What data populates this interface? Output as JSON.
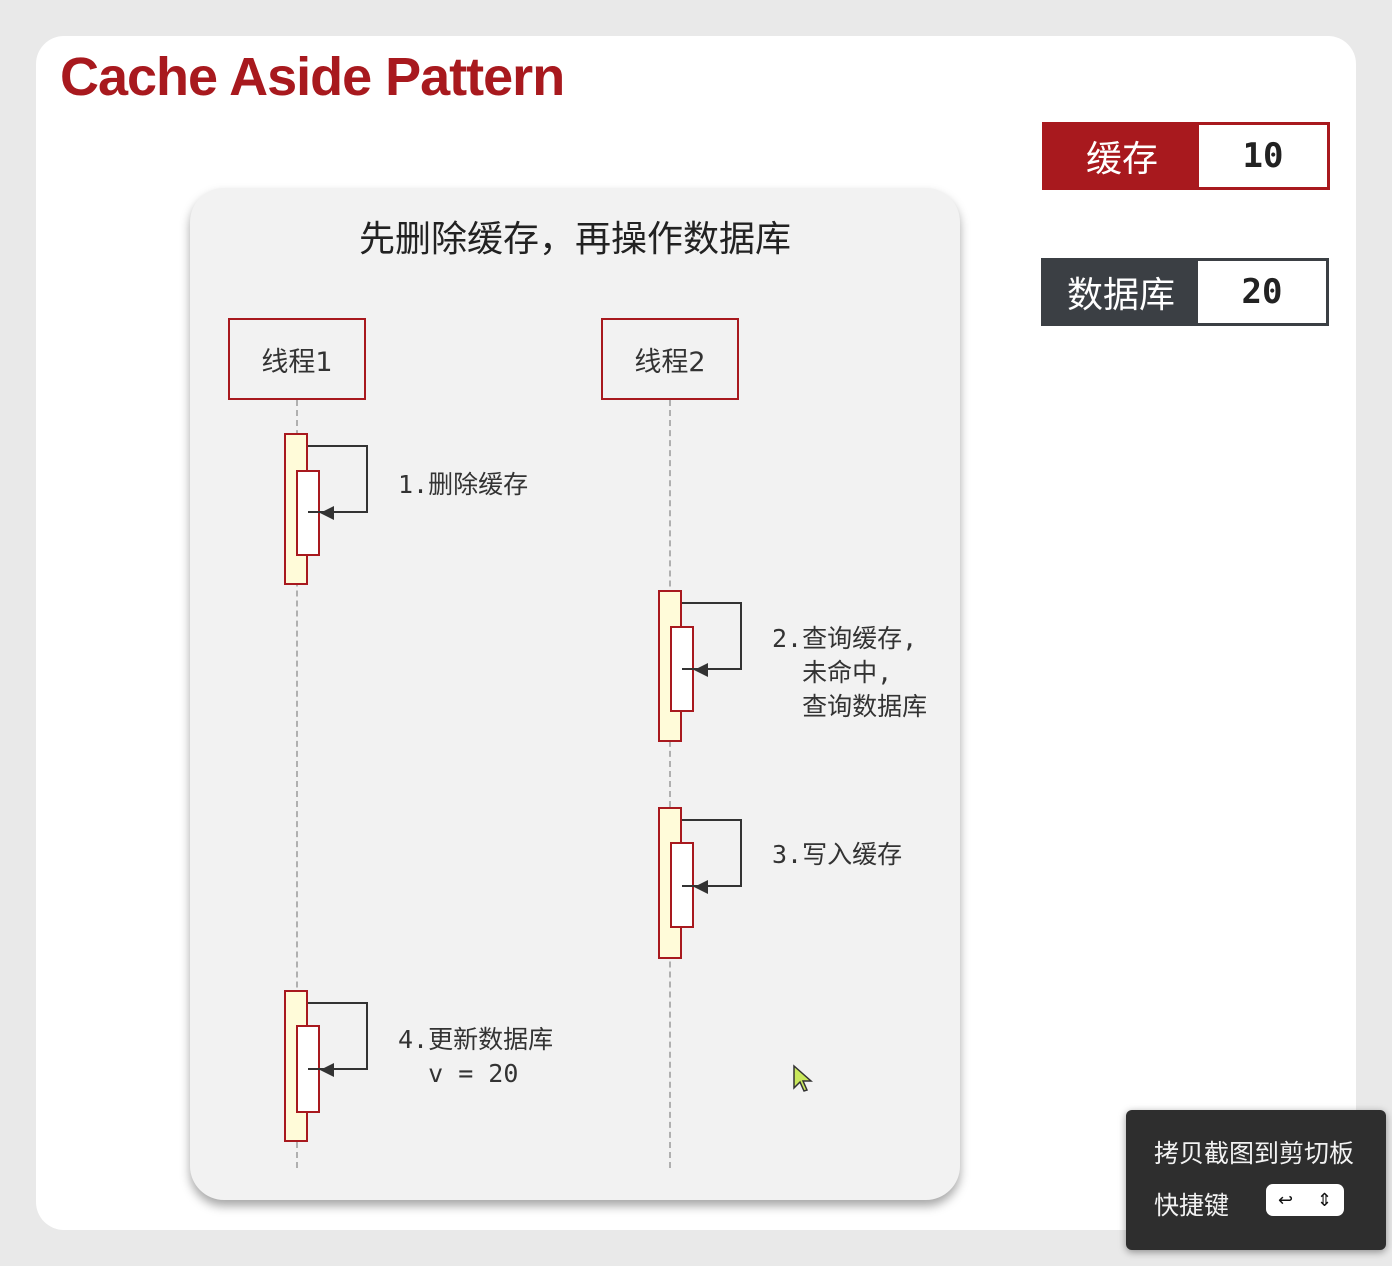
{
  "title": "Cache Aside Pattern",
  "state": {
    "cache": {
      "label": "缓存",
      "value": "10",
      "color": "#a8191e"
    },
    "database": {
      "label": "数据库",
      "value": "20",
      "color": "#3b3f44"
    }
  },
  "diagram": {
    "title": "先删除缓存，再操作数据库",
    "threads": [
      "线程1",
      "线程2"
    ],
    "steps": {
      "s1": "1.删除缓存",
      "s2": "2.查询缓存,\n  未命中,\n  查询数据库",
      "s3": "3.写入缓存",
      "s4": "4.更新数据库\n  v = 20"
    }
  },
  "toast": {
    "title": "拷贝截图到剪切板",
    "shortcut_label": "快捷键",
    "key_icon": "return-icon",
    "select_icon": "up-down-chevron-icon"
  }
}
